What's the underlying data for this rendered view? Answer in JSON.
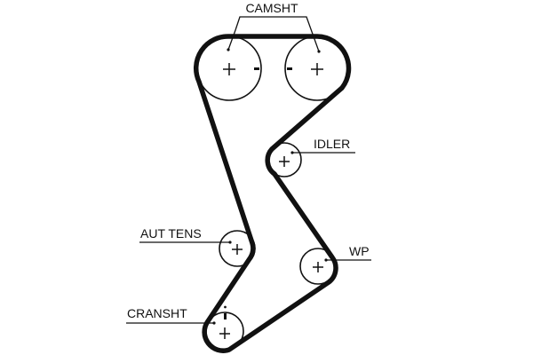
{
  "diagram": {
    "type": "timing-belt-routing",
    "labels": {
      "camshaft": "CAMSHT",
      "idler": "IDLER",
      "auto_tensioner": "AUT TENS",
      "water_pump": "WP",
      "crankshaft": "CRANSHT"
    },
    "pulleys": [
      {
        "id": "camshaft-left",
        "label_key": "camshaft",
        "center_symbol": "+",
        "timing_mark": "-"
      },
      {
        "id": "camshaft-right",
        "label_key": "camshaft",
        "center_symbol": "+",
        "timing_mark": "-"
      },
      {
        "id": "idler",
        "label_key": "idler",
        "center_symbol": "+"
      },
      {
        "id": "auto-tensioner",
        "label_key": "auto_tensioner",
        "center_symbol": "+"
      },
      {
        "id": "water-pump",
        "label_key": "water_pump",
        "center_symbol": "+"
      },
      {
        "id": "crankshaft",
        "label_key": "crankshaft",
        "center_symbol": "+",
        "timing_mark": "|"
      }
    ],
    "colors": {
      "line": "#111111",
      "background": "#ffffff"
    }
  }
}
